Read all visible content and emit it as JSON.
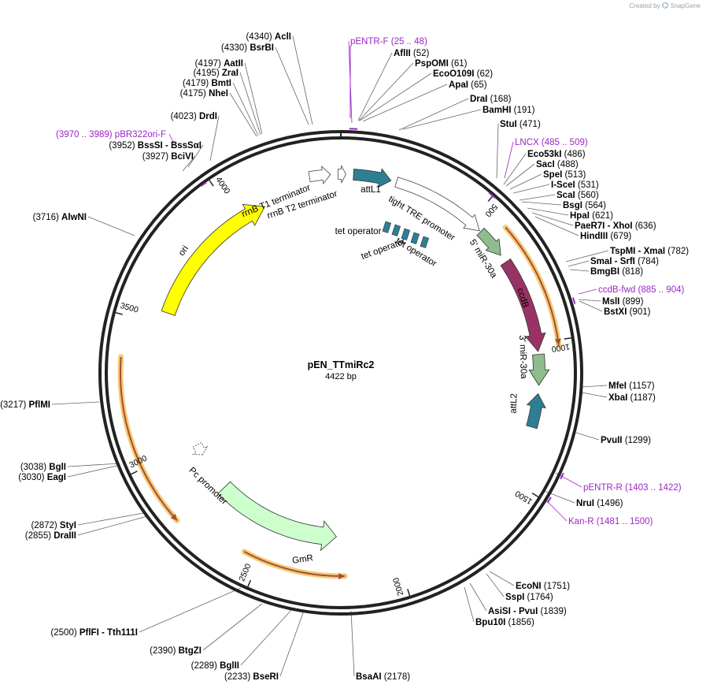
{
  "branding": {
    "created_by": "Created by",
    "app": "SnapGene"
  },
  "plasmid": {
    "name": "pEN_TTmiRc2",
    "length_label": "4422 bp",
    "length": 4422
  },
  "ticks": [
    "500",
    "1000",
    "1500",
    "2000",
    "2500",
    "3000",
    "3500",
    "4000"
  ],
  "sites": [
    {
      "name": "AclI",
      "pos": "(4340)",
      "side": "L"
    },
    {
      "name": "BsrBI",
      "pos": "(4330)",
      "side": "L"
    },
    {
      "name": "AatII",
      "pos": "(4197)",
      "side": "L"
    },
    {
      "name": "ZraI",
      "pos": "(4195)",
      "side": "L"
    },
    {
      "name": "BmtI",
      "pos": "(4179)",
      "side": "L"
    },
    {
      "name": "NheI",
      "pos": "(4175)",
      "side": "L"
    },
    {
      "name": "DrdI",
      "pos": "(4023)",
      "side": "L"
    },
    {
      "name": "BssSI - BssSαI",
      "pos": "(3952)",
      "side": "L"
    },
    {
      "name": "BciVI",
      "pos": "(3927)",
      "side": "L"
    },
    {
      "name": "AlwNI",
      "pos": "(3716)",
      "side": "L"
    },
    {
      "name": "PflMI",
      "pos": "(3217)",
      "side": "L"
    },
    {
      "name": "BglI",
      "pos": "(3038)",
      "side": "L"
    },
    {
      "name": "EagI",
      "pos": "(3030)",
      "side": "L"
    },
    {
      "name": "StyI",
      "pos": "(2872)",
      "side": "L"
    },
    {
      "name": "DraIII",
      "pos": "(2855)",
      "side": "L"
    },
    {
      "name": "PflFI - Tth111I",
      "pos": "(2500)",
      "side": "L"
    },
    {
      "name": "BtgZI",
      "pos": "(2390)",
      "side": "L"
    },
    {
      "name": "BglII",
      "pos": "(2289)",
      "side": "L"
    },
    {
      "name": "BseRI",
      "pos": "(2233)",
      "side": "L"
    },
    {
      "name": "BsaAI",
      "pos": "(2178)",
      "side": "R"
    },
    {
      "name": "Bpu10I",
      "pos": "(1856)",
      "side": "R"
    },
    {
      "name": "AsiSI - PvuI",
      "pos": "(1839)",
      "side": "R"
    },
    {
      "name": "SspI",
      "pos": "(1764)",
      "side": "R"
    },
    {
      "name": "EcoNI",
      "pos": "(1751)",
      "side": "R"
    },
    {
      "name": "NruI",
      "pos": "(1496)",
      "side": "R"
    },
    {
      "name": "PvuII",
      "pos": "(1299)",
      "side": "R"
    },
    {
      "name": "XbaI",
      "pos": "(1187)",
      "side": "R"
    },
    {
      "name": "MfeI",
      "pos": "(1157)",
      "side": "R"
    },
    {
      "name": "BstXI",
      "pos": "(901)",
      "side": "R"
    },
    {
      "name": "MslI",
      "pos": "(899)",
      "side": "R"
    },
    {
      "name": "BmgBI",
      "pos": "(818)",
      "side": "R"
    },
    {
      "name": "SmaI - SrfI",
      "pos": "(784)",
      "side": "R"
    },
    {
      "name": "TspMI - XmaI",
      "pos": "(782)",
      "side": "R"
    },
    {
      "name": "HindIII",
      "pos": "(679)",
      "side": "R"
    },
    {
      "name": "PaeR7I - XhoI",
      "pos": "(636)",
      "side": "R"
    },
    {
      "name": "HpaI",
      "pos": "(621)",
      "side": "R"
    },
    {
      "name": "BsgI",
      "pos": "(564)",
      "side": "R"
    },
    {
      "name": "ScaI",
      "pos": "(560)",
      "side": "R"
    },
    {
      "name": "I-SceI",
      "pos": "(531)",
      "side": "R"
    },
    {
      "name": "SpeI",
      "pos": "(513)",
      "side": "R"
    },
    {
      "name": "SacI",
      "pos": "(488)",
      "side": "R"
    },
    {
      "name": "Eco53kI",
      "pos": "(486)",
      "side": "R"
    },
    {
      "name": "StuI",
      "pos": "(471)",
      "side": "R"
    },
    {
      "name": "BamHI",
      "pos": "(191)",
      "side": "R"
    },
    {
      "name": "DraI",
      "pos": "(168)",
      "side": "R"
    },
    {
      "name": "ApaI",
      "pos": "(65)",
      "side": "R"
    },
    {
      "name": "EcoO109I",
      "pos": "(62)",
      "side": "R"
    },
    {
      "name": "PspOMI",
      "pos": "(61)",
      "side": "R"
    },
    {
      "name": "AflII",
      "pos": "(52)",
      "side": "R"
    }
  ],
  "primers": [
    {
      "name": "pENTR-F",
      "range": "(25 .. 48)"
    },
    {
      "name": "pBR322ori-F",
      "range": "(3970 .. 3989)"
    },
    {
      "name": "LNCX",
      "range": "(485 .. 509)"
    },
    {
      "name": "ccdB-fwd",
      "range": "(885 .. 904)"
    },
    {
      "name": "pENTR-R",
      "range": "(1403 .. 1422)"
    },
    {
      "name": "Kan-R",
      "range": "(1481 .. 1500)"
    }
  ],
  "features": [
    {
      "name": "ori",
      "color": "#ffff00"
    },
    {
      "name": "rrnB T1 terminator",
      "color": "#ffffff"
    },
    {
      "name": "rrnB T2 terminator",
      "color": "#ffffff"
    },
    {
      "name": "attL1",
      "color": "#2f7f93"
    },
    {
      "name": "tight TRE promoter",
      "color": "#ffffff"
    },
    {
      "name": "tet operator",
      "color": "#2f7f93"
    },
    {
      "name": "5' miR-30a",
      "color": "#8fbc8f"
    },
    {
      "name": "ccdB",
      "color": "#993366"
    },
    {
      "name": "3' miR-30a",
      "color": "#8fbc8f"
    },
    {
      "name": "attL2",
      "color": "#2f7f93"
    },
    {
      "name": "GmR",
      "color": "#ccffcc"
    },
    {
      "name": "Pc promoter",
      "color": "#ffffff"
    }
  ]
}
